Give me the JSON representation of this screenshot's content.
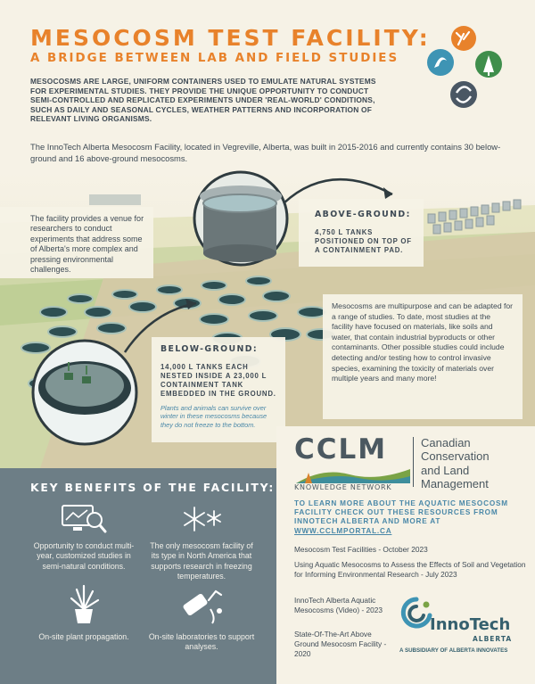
{
  "header": {
    "title": "MESOCOSM TEST FACILITY:",
    "subtitle": "A BRIDGE BETWEEN LAB AND FIELD STUDIES",
    "intro_bold": "MESOCOSMS ARE LARGE, UNIFORM CONTAINERS USED TO EMULATE NATURAL SYSTEMS FOR EXPERIMENTAL STUDIES. THEY PROVIDE THE UNIQUE OPPORTUNITY TO CONDUCT SEMI-CONTROLLED AND REPLICATED EXPERIMENTS UNDER 'REAL-WORLD' CONDITIONS, SUCH AS DAILY AND SEASONAL CYCLES, WEATHER PATTERNS AND INCORPORATION OF RELEVANT LIVING ORGANISMS.",
    "intro_body": "The InnoTech Alberta Mesocosm Facility, located in Vegreville, Alberta, was built in 2015-2016 and currently contains 30 below-ground and 16 above-ground mesocosms."
  },
  "callouts": {
    "facility": "The facility provides a venue for researchers to conduct experiments that address some of Alberta's more complex and pressing environmental challenges.",
    "above_title": "ABOVE-GROUND:",
    "above_text": "4,750 L TANKS POSITIONED ON TOP OF A CONTAINMENT PAD.",
    "below_title": "BELOW-GROUND:",
    "below_text": "14,000 L TANKS EACH NESTED INSIDE A 23,000 L CONTAINMENT TANK EMBEDDED IN THE GROUND.",
    "below_note": "Plants and animals can survive over winter in these mesocosms because they do not freeze to the bottom.",
    "multipurpose": "Mesocosms are multipurpose and can be adapted for a range of studies. To date, most studies at the facility have focused on materials, like soils and water, that contain industrial byproducts or other contaminants. Other possible studies could include detecting and/or testing how to control invasive species, examining the toxicity of materials over multiple years and many more!"
  },
  "benefits": {
    "heading": "KEY BENEFITS OF THE FACILITY:",
    "items": [
      {
        "icon": "monitor-magnifier-icon",
        "text": "Opportunity to conduct multi-year, customized studies in semi-natural conditions."
      },
      {
        "icon": "snowflake-icon",
        "text": "The only mesocosm facility of its type in North America that supports research in freezing temperatures."
      },
      {
        "icon": "potted-plant-icon",
        "text": "On-site plant propagation."
      },
      {
        "icon": "lab-sample-icon",
        "text": "On-site laboratories to support analyses."
      }
    ]
  },
  "cclm": {
    "wordmark": "CCLM",
    "tagline": "KNOWLEDGE NETWORK",
    "name_line1": "Canadian",
    "name_line2": "Conservation",
    "name_line3": "and Land",
    "name_line4": "Management"
  },
  "learn_more": {
    "text": "TO LEARN MORE ABOUT THE AQUATIC MESOCOSM FACILITY CHECK OUT THESE RESOURCES FROM INNOTECH ALBERTA AND MORE AT ",
    "link": "WWW.CCLMPORTAL.CA"
  },
  "resources": [
    "Mesocosm Test Facilities - October 2023",
    "Using Aquatic Mesocosms to Assess the Effects of Soil and Vegetation for Informing Environmental Research - July 2023",
    "InnoTech Alberta Aquatic Mesocosms (Video) - 2023",
    "State-Of-The-Art Above Ground Mesocosm Facility - 2020"
  ],
  "innotech": {
    "word": "InnoTech",
    "region": "ALBERTA",
    "subsidiary": "A SUBSIDIARY OF ALBERTA INNOVATES"
  },
  "colors": {
    "accent_orange": "#e8822b",
    "teal": "#4a88a8",
    "slate": "#6d7e86"
  }
}
